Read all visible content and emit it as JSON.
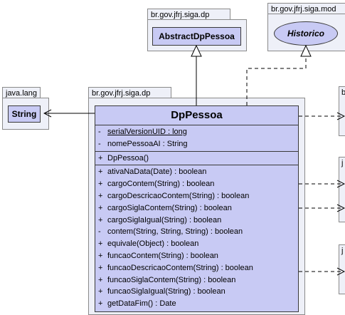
{
  "packages": {
    "top_center": {
      "name": "br.gov.jfrj.siga.dp",
      "class_name": "AbstractDpPessoa"
    },
    "top_right": {
      "name": "br.gov.jfrj.siga.mod",
      "class_name": "Historico"
    },
    "java_lang": {
      "name": "java.lang",
      "class_name": "String"
    },
    "main": {
      "name": "br.gov.jfrj.siga.dp"
    }
  },
  "right_edge_tabs": [
    "b",
    "j",
    "j"
  ],
  "main_class": {
    "name": "DpPessoa",
    "attributes": [
      {
        "vis": "-",
        "text": "serialVersionUID : long",
        "static": true
      },
      {
        "vis": "-",
        "text": "nomePessoaAI : String",
        "static": false
      }
    ],
    "constructors": [
      {
        "vis": "+",
        "text": "DpPessoa()"
      }
    ],
    "methods": [
      {
        "vis": "+",
        "text": "ativaNaData(Date) : boolean"
      },
      {
        "vis": "+",
        "text": "cargoContem(String) : boolean"
      },
      {
        "vis": "+",
        "text": "cargoDescricaoContem(String) : boolean"
      },
      {
        "vis": "+",
        "text": "cargoSiglaContem(String) : boolean"
      },
      {
        "vis": "+",
        "text": "cargoSiglaIgual(String) : boolean"
      },
      {
        "vis": "-",
        "text": "contem(String, String, String) : boolean"
      },
      {
        "vis": "+",
        "text": "equivale(Object) : boolean"
      },
      {
        "vis": "+",
        "text": "funcaoContem(String) : boolean"
      },
      {
        "vis": "+",
        "text": "funcaoDescricaoContem(String) : boolean"
      },
      {
        "vis": "+",
        "text": "funcaoSiglaContem(String) : boolean"
      },
      {
        "vis": "+",
        "text": "funcaoSiglaIgual(String) : boolean"
      },
      {
        "vis": "+",
        "text": "getDataFim() : Date"
      }
    ]
  }
}
